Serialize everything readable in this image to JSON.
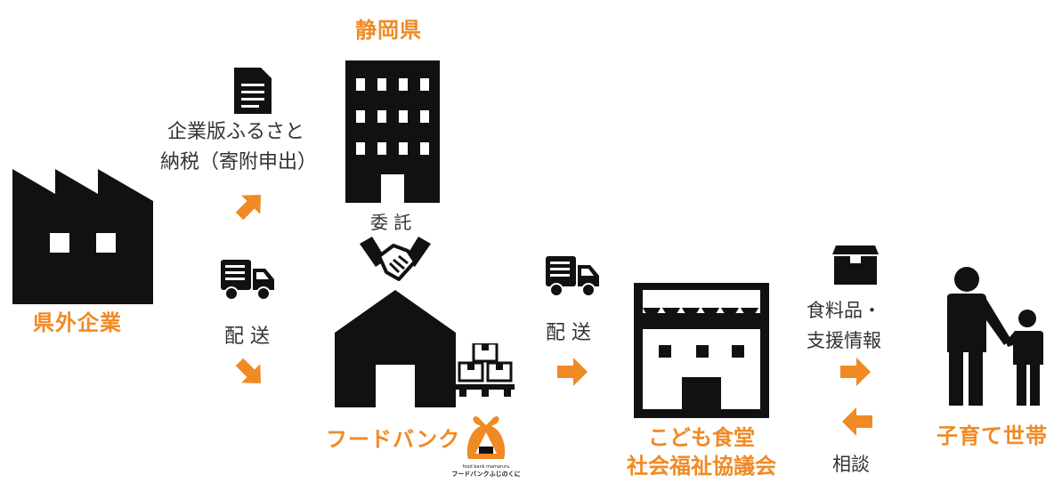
{
  "colors": {
    "accent": "#f08a24",
    "ink": "#111111",
    "text": "#333333"
  },
  "nodes": {
    "prefecture": {
      "label": "静岡県",
      "icon": "office-building-icon"
    },
    "company": {
      "label": "県外企業",
      "icon": "factory-icon"
    },
    "foodbank": {
      "label": "フードバンク",
      "icon": "warehouse-icon"
    },
    "cafeteria": {
      "label_line1": "こども食堂",
      "label_line2": "社会福祉協議会",
      "icon": "storefront-icon"
    },
    "family": {
      "label": "子育て世帯",
      "icon": "parent-child-icon"
    }
  },
  "edges": {
    "tax": {
      "line1": "企業版ふるさと",
      "line2": "納税（寄附申出）",
      "icon": "document-icon"
    },
    "delivery1": {
      "label": "配 送",
      "icon": "truck-icon"
    },
    "commission": {
      "label": "委 託",
      "icon": "handshake-icon"
    },
    "delivery2": {
      "label": "配 送",
      "icon": "truck-icon"
    },
    "support": {
      "line1": "食料品・",
      "line2": "支援情報",
      "icon": "box-icon"
    },
    "consult": {
      "label": "相談"
    }
  },
  "logo": {
    "line1": "food bank mamaruru",
    "line2": "フードバンクふじのくに"
  }
}
